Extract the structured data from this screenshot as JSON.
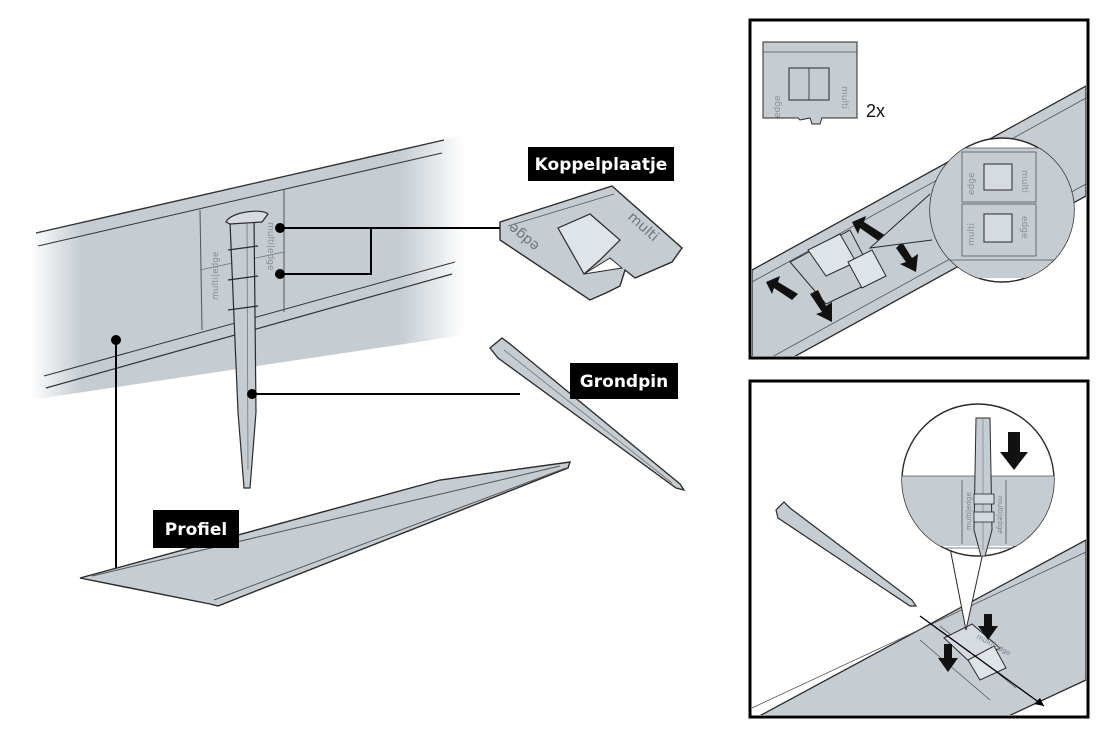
{
  "labels": {
    "koppelplaatje": "Koppelplaatje",
    "grondpin": "Grondpin",
    "profiel": "Profiel"
  },
  "stamp": {
    "multi": "multi",
    "edge": "edge",
    "combined": "multi|edge"
  },
  "panel_top": {
    "quantity": "2x"
  },
  "colors": {
    "steel": "#c5ccd2",
    "steel_dark": "#aab2b9",
    "outline": "#2a2a2a",
    "label_bg": "#000000",
    "label_text": "#ffffff"
  },
  "icons": [
    "arrow-up-left-icon",
    "arrow-down-right-icon",
    "arrow-down-icon"
  ]
}
